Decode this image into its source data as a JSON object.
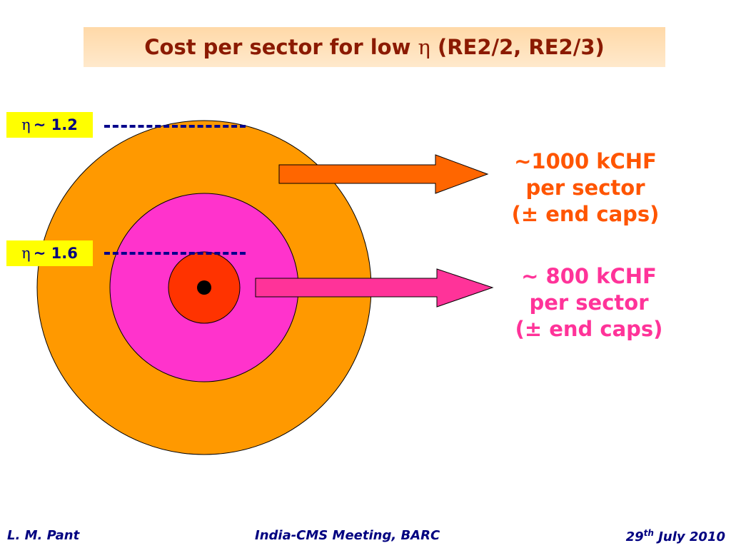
{
  "title": {
    "prefix": "Cost per sector for low ",
    "greek": "η",
    "suffix": " (RE2/2, RE2/3)"
  },
  "eta_labels": [
    {
      "greek": "η",
      "value": "~ 1.2"
    },
    {
      "greek": "η",
      "value": "~ 1.6"
    }
  ],
  "costs": {
    "outer": {
      "line1": "~1000 kCHF",
      "line2": "per sector",
      "line3": "(± end caps)"
    },
    "inner": {
      "line1": "~ 800 kCHF",
      "line2": "per sector",
      "line3": "(± end caps)"
    }
  },
  "colors": {
    "outer_ring": "#ff9900",
    "middle_ring": "#ff33cc",
    "inner_ring": "#ff3300",
    "arrow_outer": "#ff6600",
    "arrow_inner": "#ff3399",
    "cost_outer_text": "#ff5500",
    "cost_inner_text": "#ff3399",
    "label_bg": "#ffff00",
    "dash": "#00008b"
  },
  "footer": {
    "author": "L. M. Pant",
    "meeting": "India-CMS Meeting, BARC",
    "date_day": "29",
    "date_sup": "th",
    "date_rest": " July 2010"
  }
}
